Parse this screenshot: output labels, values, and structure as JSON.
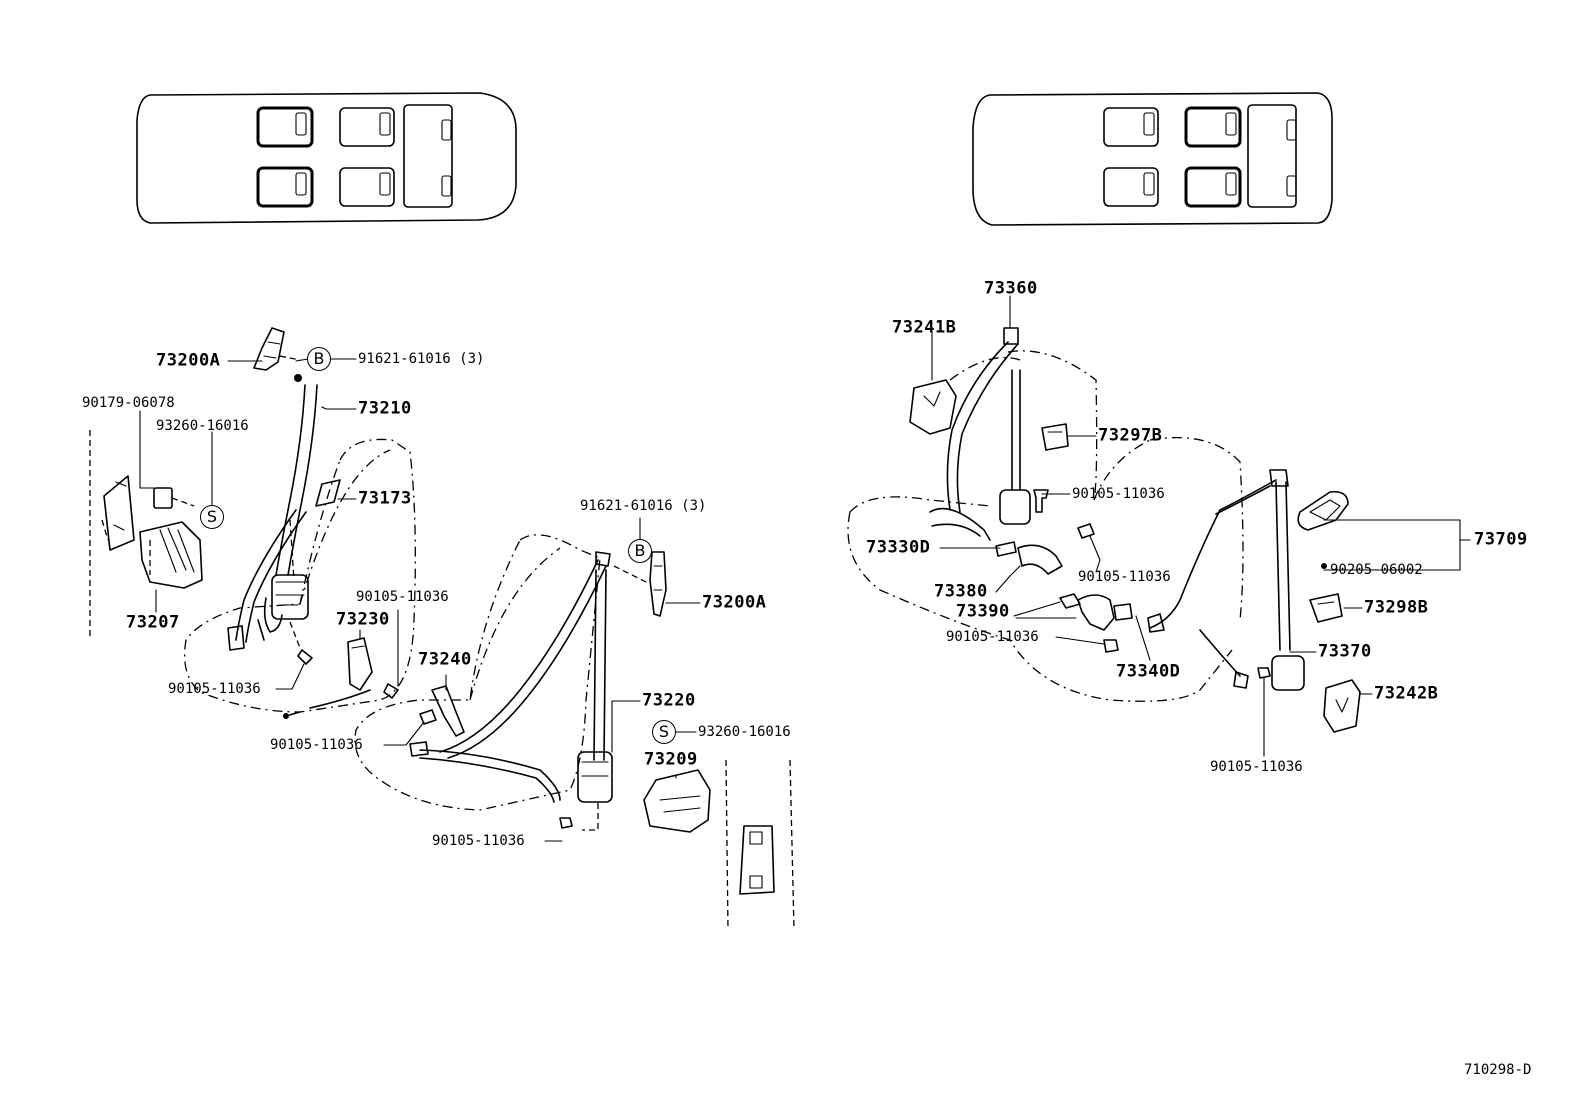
{
  "diagram": {
    "id": "710298-D",
    "callouts": {
      "front": {
        "c73200A_left": "73200A",
        "c91621_left": "91621-61016 (3)",
        "c73210": "73210",
        "c90179": "90179-06078",
        "c93260_left": "93260-16016",
        "c73173": "73173",
        "c73207": "73207",
        "c90105_a": "90105-11036",
        "c73230": "73230",
        "c90105_b": "90105-11036",
        "c73240": "73240",
        "c90105_c": "90105-11036",
        "c90105_d": "90105-11036",
        "c91621_right": "91621-61016 (3)",
        "c73200A_right": "73200A",
        "c73220": "73220",
        "c93260_right": "93260-16016",
        "c73209": "73209"
      },
      "rear": {
        "c73360": "73360",
        "c73241B": "73241B",
        "c73297B": "73297B",
        "c90105_e": "90105-11036",
        "c73330D": "73330D",
        "c90105_f": "90105-11036",
        "c73709": "73709",
        "c90205": "90205-06002",
        "c73380": "73380",
        "c73390": "73390",
        "c90105_g": "90105-11036",
        "c73298B": "73298B",
        "c73340D": "73340D",
        "c73370": "73370",
        "c73242B": "73242B",
        "c90105_h": "90105-11036"
      }
    },
    "markers": {
      "b1": "B",
      "s1": "S",
      "b2": "B",
      "s2": "S"
    }
  }
}
